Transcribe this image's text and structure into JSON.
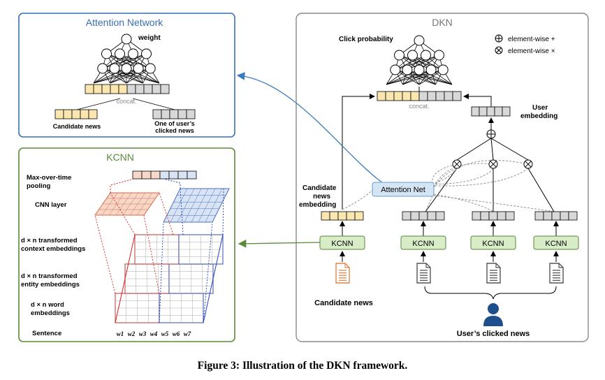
{
  "caption": "Figure 3: Illustration of the DKN framework.",
  "colors": {
    "attention_border": "#3a6fb5",
    "kcnn_border": "#5a8a3c",
    "dkn_border": "#8a8a8a",
    "candidate_cell": "#fbe6b0",
    "user_cell": "#d8d8d8",
    "kcnn_box": "#d8ecc8",
    "attention_box": "#d4e6f6",
    "red_grid": "#d62020",
    "blue_grid": "#1f3fbf",
    "orange_doc": "#e0864a",
    "user_icon": "#1f4e8c",
    "arrow_blue": "#3a7cc0",
    "arrow_green": "#5a8a3c"
  },
  "attention_panel": {
    "title": "Attention Network",
    "weight_label": "weight",
    "concat_label": "concat.",
    "candidate_label": "Candidate news",
    "clicked_label_1": "One of user’s",
    "clicked_label_2": "clicked news"
  },
  "kcnn_panel": {
    "title": "KCNN",
    "labels": {
      "pool_1": "Max-over-time",
      "pool_2": "pooling",
      "cnn": "CNN layer",
      "ctx_1": "d × n transformed",
      "ctx_2": "context embeddings",
      "ent_1": "d × n transformed",
      "ent_2": "entity embeddings",
      "word_1": "d × n word",
      "word_2": "embeddings",
      "sentence": "Sentence"
    },
    "words": [
      "w1",
      "w2",
      "w3",
      "w4",
      "w5",
      "w6",
      "w7"
    ]
  },
  "dkn_panel": {
    "title": "DKN",
    "click_prob": "Click probability",
    "legend_plus": "element-wise +",
    "legend_times": "element-wise ×",
    "concat_label": "concat.",
    "user_emb_1": "User",
    "user_emb_2": "embedding",
    "cand_emb_1": "Candidate",
    "cand_emb_2": "news",
    "cand_emb_3": "embedding",
    "attention_net": "Attention Net",
    "kcnn_labels": [
      "KCNN",
      "KCNN",
      "KCNN",
      "KCNN"
    ],
    "candidate_news": "Candidate news",
    "clicked_news": "User’s clicked news"
  }
}
